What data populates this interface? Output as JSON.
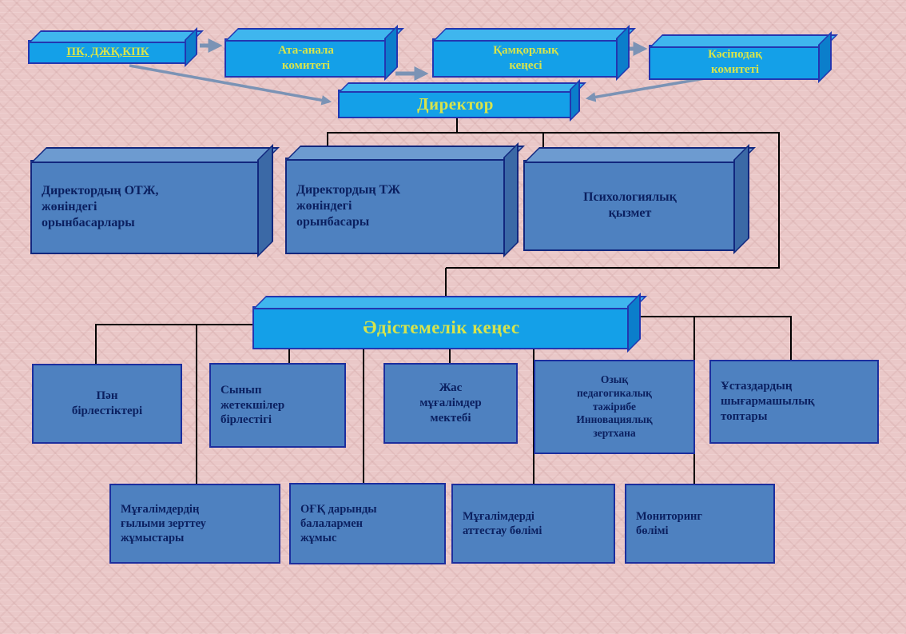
{
  "diagram": {
    "background": "#eac8c8",
    "colors": {
      "bright_box_fill": "#14a0e8",
      "bright_box_side": "#0b7ecb",
      "bright_box_border": "#2336b0",
      "steel_box_fill": "#4e81c0",
      "steel_box_border": "#1c2e9e",
      "label_yellow": "#d7e44c",
      "label_navy": "#0b2060",
      "connector": "#000000",
      "arrow": "#7b93b5"
    },
    "top_row": [
      {
        "label": "ПК, ДЖҚ,КПК"
      },
      {
        "label": "Ата-анала\nкомитеті"
      },
      {
        "label": "Қамқорлық\nкеңесі"
      },
      {
        "label": "Кәсіподақ\nкомитеті"
      }
    ],
    "director": {
      "label": "Директор"
    },
    "deputies": [
      {
        "label": "Директордың ОТЖ,\nжөніндегі\nорынбасарлары"
      },
      {
        "label": "Директордың ТЖ\nжөніндегі\nорынбасары"
      },
      {
        "label": "Психологиялық\nқызмет"
      }
    ],
    "council": {
      "label": "Әдістемелік кеңес"
    },
    "units": [
      {
        "label": "Пән\nбірлестіктері"
      },
      {
        "label": "Сынып\nжетекшілер\nбірлестігі"
      },
      {
        "label": "Жас\nмұғалімдер\nмектебі"
      },
      {
        "label": "Озық\nпедагогикалық\nтәжірибе\nИнновациялық\nзертхана"
      },
      {
        "label": "Ұстаздардың\nшығармашылық\nтоптары"
      }
    ],
    "departments": [
      {
        "label": "Мұғалімдердің\nғылыми зерттеу\nжұмыстары"
      },
      {
        "label": "ОҒҚ дарынды\nбалалармен\nжұмыс"
      },
      {
        "label": "Мұғалімдерді\nаттестау бөлімі"
      },
      {
        "label": "Мониторинг\nбөлімі"
      }
    ]
  }
}
